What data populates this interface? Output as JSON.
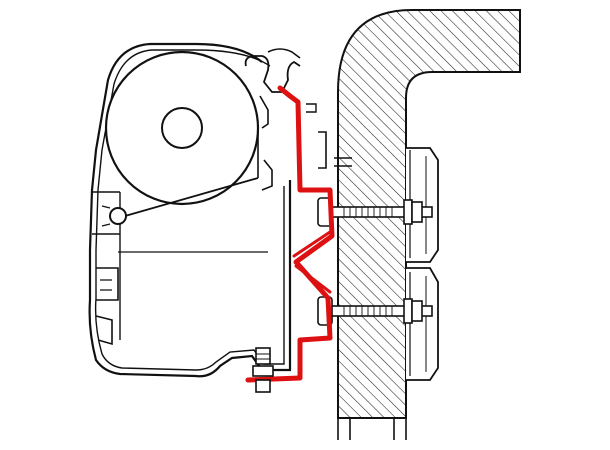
{
  "diagram": {
    "subject": "awning-mounting-adapter-cross-section",
    "colors": {
      "background": "#ffffff",
      "outline": "#111111",
      "adapter_rail": "#dd1111",
      "hatch": "#222222",
      "fabric_roll_fill": "#ffffff"
    },
    "parts": [
      {
        "name": "awning-case",
        "highlight": false
      },
      {
        "name": "fabric-roller",
        "highlight": false
      },
      {
        "name": "roller-axle",
        "highlight": false
      },
      {
        "name": "mounting-adapter-rail",
        "highlight": true
      },
      {
        "name": "vehicle-wall",
        "highlight": false
      },
      {
        "name": "upper-bolt",
        "highlight": false
      },
      {
        "name": "lower-bolt",
        "highlight": false
      },
      {
        "name": "upper-bracket",
        "highlight": false
      },
      {
        "name": "lower-bracket",
        "highlight": false
      },
      {
        "name": "bottom-clamp-screw",
        "highlight": false
      }
    ]
  }
}
